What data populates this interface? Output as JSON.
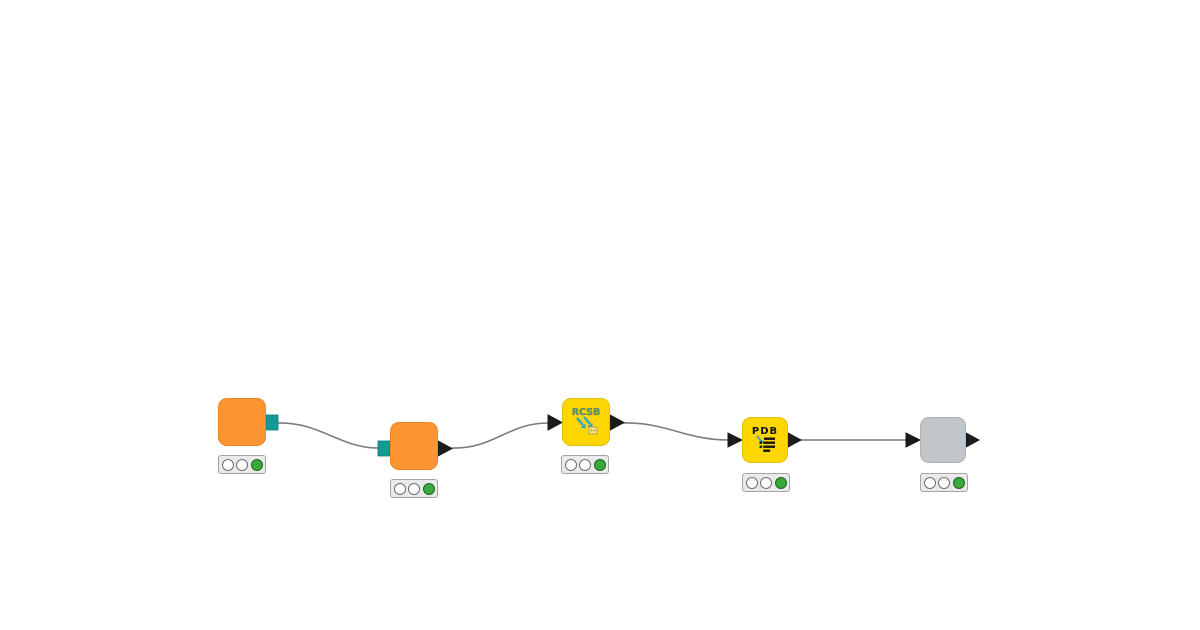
{
  "workflow": {
    "canvas_background": "#ffffff",
    "palette": {
      "node_orange": "#fd9632",
      "node_yellow": "#fed702",
      "node_gray": "#c3c6c9",
      "port_teal": "#149a94",
      "port_black": "#1b1b1b",
      "wire_gray": "#7c7c7c",
      "traffic_light_housing": "#e9eae9",
      "status_green": "#3aa83a"
    },
    "nodes": [
      {
        "id": "node-1",
        "color": "orange",
        "icon": "none",
        "icon_text": "",
        "in_port": "none",
        "out_port": "teal-square",
        "status_lights": [
          "off",
          "off",
          "green"
        ]
      },
      {
        "id": "node-2",
        "color": "orange",
        "icon": "none",
        "icon_text": "",
        "in_port": "teal-square",
        "out_port": "black-triangle",
        "status_lights": [
          "off",
          "off",
          "green"
        ]
      },
      {
        "id": "node-3",
        "color": "yellow",
        "icon": "rcsb-download-icon",
        "icon_text": "RCSB",
        "in_port": "black-triangle",
        "out_port": "black-triangle",
        "status_lights": [
          "off",
          "off",
          "green"
        ]
      },
      {
        "id": "node-4",
        "color": "yellow",
        "icon": "pdb-property-list-icon",
        "icon_text": "PDB",
        "in_port": "black-triangle",
        "out_port": "black-triangle",
        "status_lights": [
          "off",
          "off",
          "green"
        ]
      },
      {
        "id": "node-5",
        "color": "gray",
        "icon": "none",
        "icon_text": "",
        "in_port": "black-triangle",
        "out_port": "black-triangle",
        "status_lights": [
          "off",
          "off",
          "green"
        ]
      }
    ],
    "connections": [
      {
        "from": "node-1",
        "to": "node-2"
      },
      {
        "from": "node-2",
        "to": "node-3"
      },
      {
        "from": "node-3",
        "to": "node-4"
      },
      {
        "from": "node-4",
        "to": "node-5"
      }
    ]
  }
}
